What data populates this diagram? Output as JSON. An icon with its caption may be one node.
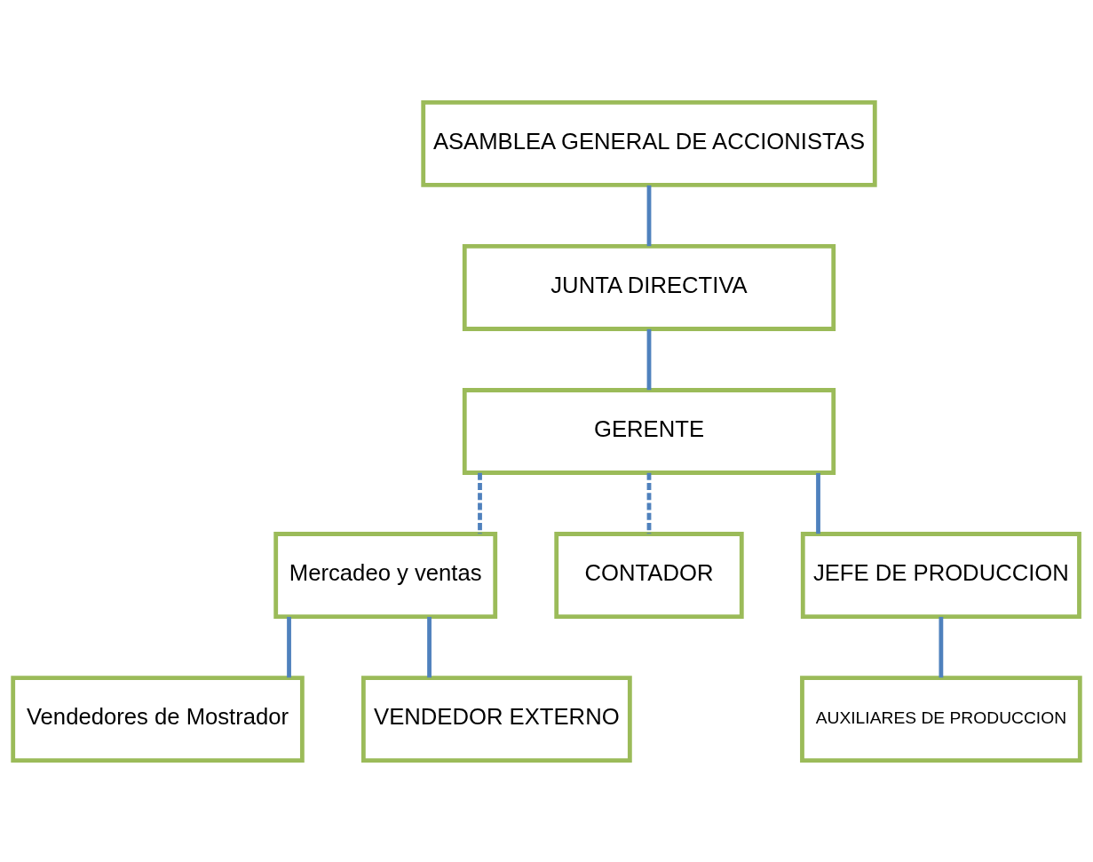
{
  "diagram": {
    "nodes": [
      {
        "text": [
          "ASAMBLEA GENERAL DE ACCIONISTAS"
        ]
      },
      {
        "text": [
          "JUNTA DIRECTIVA"
        ]
      },
      {
        "text": [
          "GERENTE"
        ]
      },
      {
        "text": [
          "Mercadeo y ventas"
        ]
      },
      {
        "text": [
          "CONTADOR"
        ]
      },
      {
        "text": [
          "Vendedores de Mostrador"
        ]
      },
      {
        "text": [
          "VENDEDOR EXTERNO"
        ]
      },
      {
        "text": [
          "JEFE DE PRODUCCION"
        ]
      },
      {
        "text": [
          "AUXILIARES DE PRODUCCION"
        ]
      }
    ],
    "edges": [
      {
        "from": 0,
        "to": 1,
        "arrow": "none"
      },
      {
        "from": 1,
        "to": 2,
        "arrow": "none"
      },
      {
        "from": 2,
        "to": 3,
        "arrow": "none",
        "style": "dashed"
      },
      {
        "from": 2,
        "to": 4,
        "arrow": "none",
        "style": "dashed"
      },
      {
        "from": 2,
        "to": 7,
        "arrow": "none"
      },
      {
        "from": 3,
        "to": 5,
        "arrow": "none"
      },
      {
        "from": 3,
        "to": 6,
        "arrow": "none"
      },
      {
        "from": 7,
        "to": 8,
        "arrow": "none"
      }
    ]
  }
}
